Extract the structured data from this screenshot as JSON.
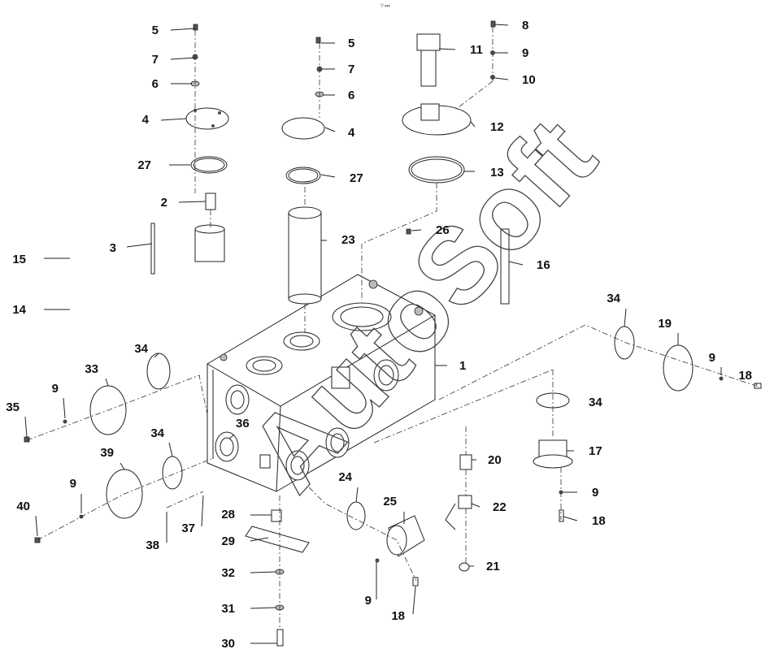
{
  "header": {
    "mark": "°⁄ ▪▪▪"
  },
  "watermark": {
    "text": "AutoSoft"
  },
  "callouts": [
    "5",
    "7",
    "6",
    "4",
    "27",
    "2",
    "3",
    "15",
    "14",
    "5",
    "7",
    "6",
    "4",
    "27",
    "23",
    "8",
    "9",
    "10",
    "11",
    "12",
    "13",
    "26",
    "16",
    "1",
    "34",
    "19",
    "9",
    "18",
    "33",
    "34",
    "9",
    "35",
    "36",
    "34",
    "39",
    "9",
    "40",
    "38",
    "37",
    "28",
    "29",
    "32",
    "31",
    "30",
    "24",
    "25",
    "9",
    "18",
    "20",
    "22",
    "21",
    "34",
    "17",
    "9",
    "18"
  ]
}
